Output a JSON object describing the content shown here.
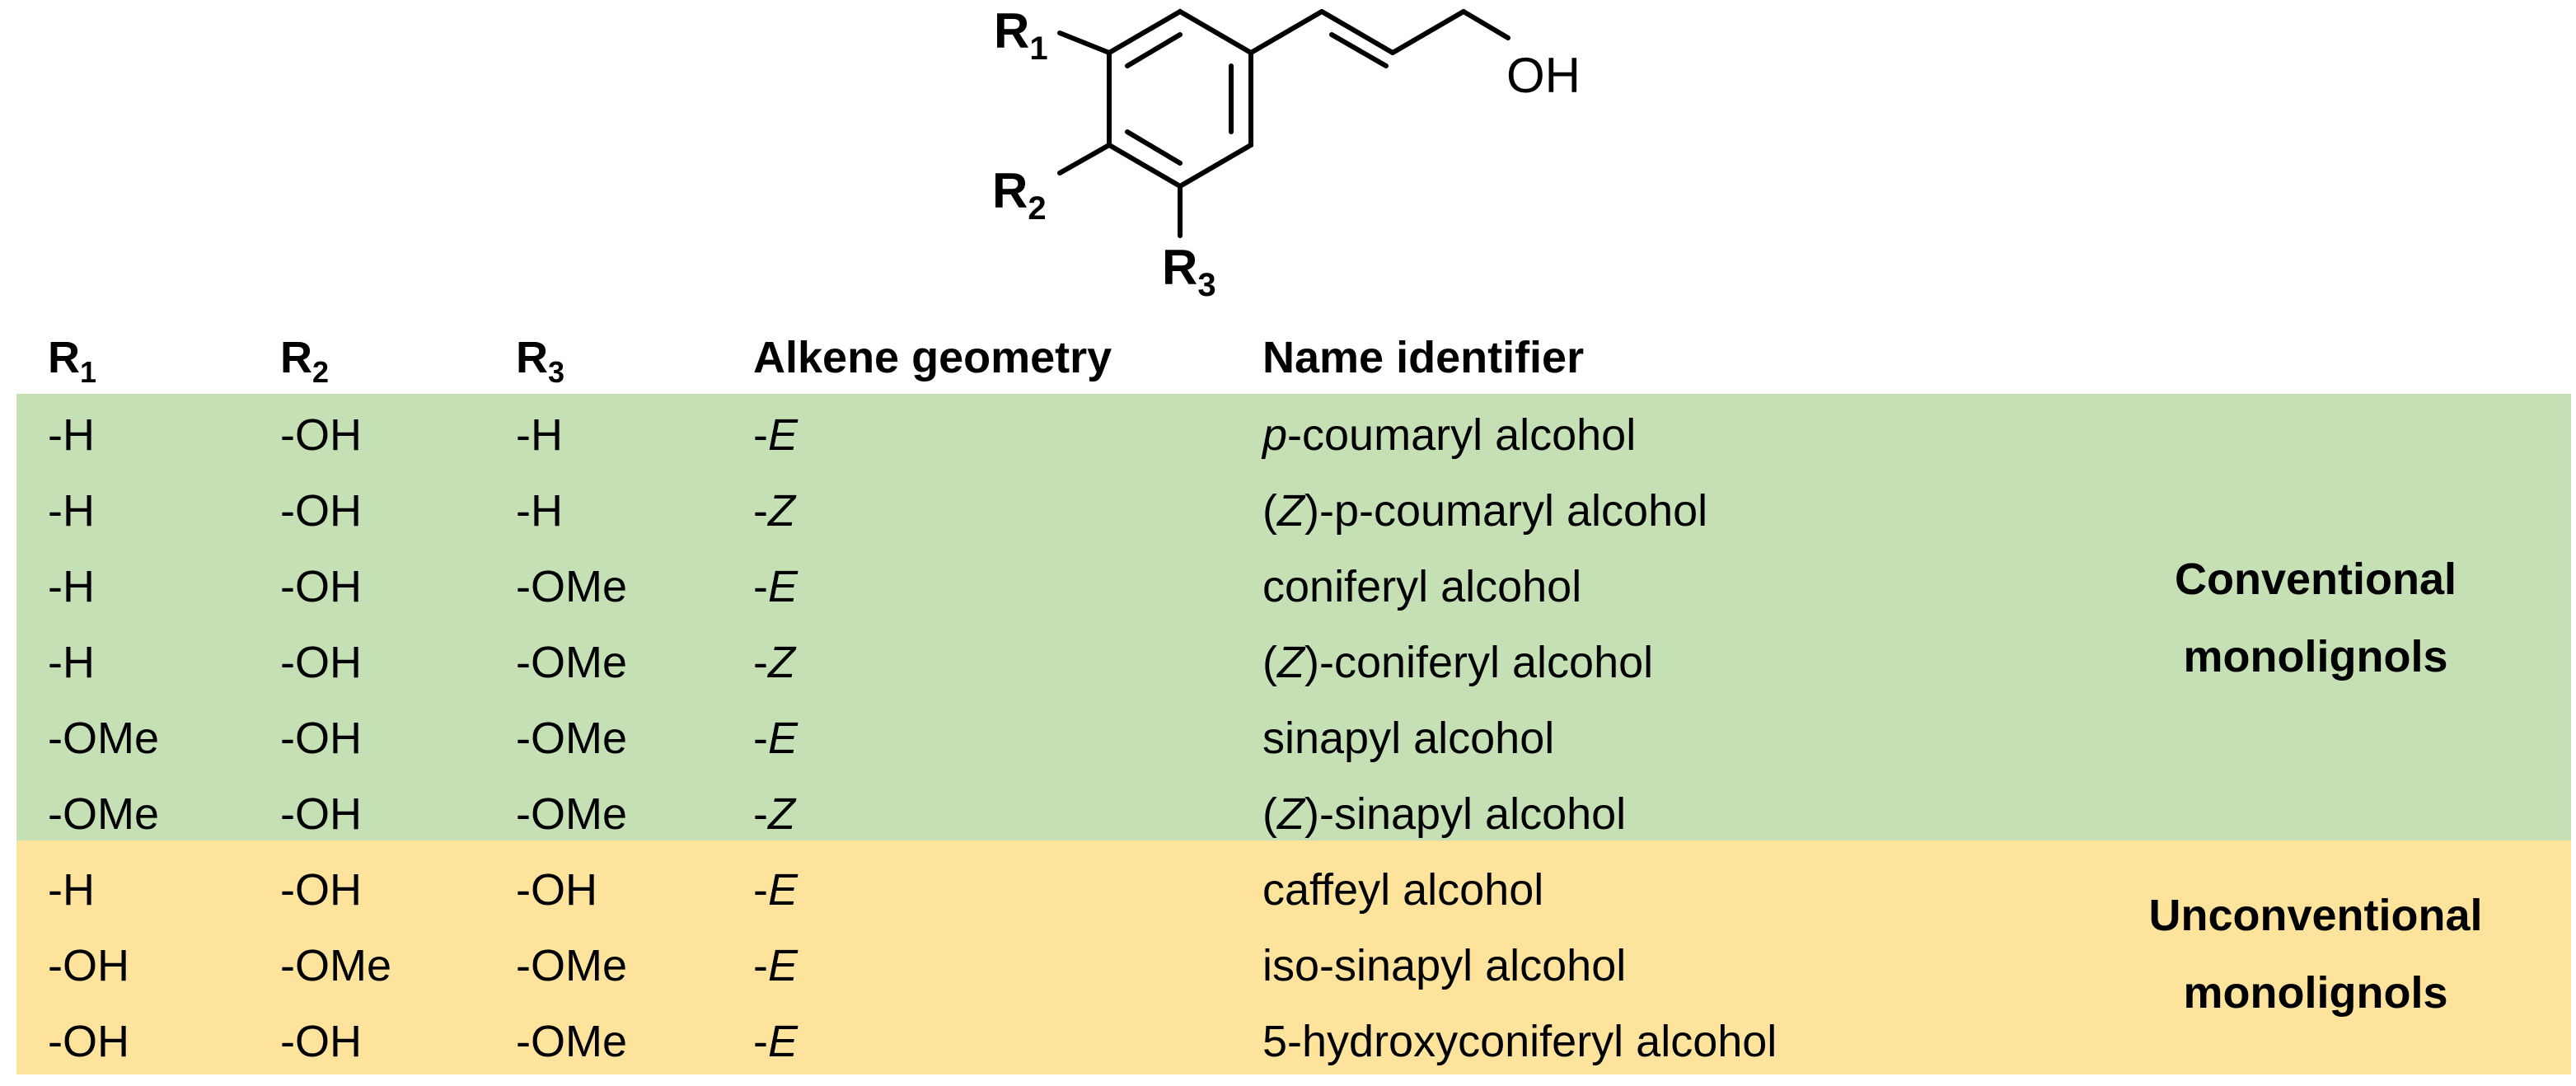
{
  "structure": {
    "labels": {
      "r1": "R",
      "r1_sub": "1",
      "r2": "R",
      "r2_sub": "2",
      "r3": "R",
      "r3_sub": "3",
      "oh": "OH"
    }
  },
  "table": {
    "headers": {
      "r1": "R",
      "r1_sub": "1",
      "r2": "R",
      "r2_sub": "2",
      "r3": "R",
      "r3_sub": "3",
      "geometry": "Alkene geometry",
      "name": "Name identifier"
    },
    "rows": [
      {
        "r1": "-H",
        "r2": "-OH",
        "r3": "-H",
        "geo_prefix": "-",
        "geo": "E",
        "name_italic_pre": "p",
        "name_pre": "",
        "name_rest": "-coumaryl alcohol",
        "group": "conventional"
      },
      {
        "r1": "-H",
        "r2": "-OH",
        "r3": "-H",
        "geo_prefix": "-",
        "geo": "Z",
        "name_italic_pre": "Z",
        "name_pre": "(",
        "name_rest": ")-p-coumaryl alcohol",
        "group": "conventional"
      },
      {
        "r1": "-H",
        "r2": "-OH",
        "r3": "-OMe",
        "geo_prefix": "-",
        "geo": "E",
        "name_italic_pre": "",
        "name_pre": "",
        "name_rest": "coniferyl alcohol",
        "group": "conventional"
      },
      {
        "r1": "-H",
        "r2": "-OH",
        "r3": "-OMe",
        "geo_prefix": "-",
        "geo": "Z",
        "name_italic_pre": "Z",
        "name_pre": "(",
        "name_rest": ")-coniferyl alcohol",
        "group": "conventional"
      },
      {
        "r1": "-OMe",
        "r2": "-OH",
        "r3": "-OMe",
        "geo_prefix": "-",
        "geo": "E",
        "name_italic_pre": "",
        "name_pre": "",
        "name_rest": "sinapyl alcohol",
        "group": "conventional"
      },
      {
        "r1": "-OMe",
        "r2": "-OH",
        "r3": "-OMe",
        "geo_prefix": "-",
        "geo": "Z",
        "name_italic_pre": "Z",
        "name_pre": "(",
        "name_rest": ")-sinapyl alcohol",
        "group": "conventional"
      },
      {
        "r1": "-H",
        "r2": "-OH",
        "r3": "-OH",
        "geo_prefix": "-",
        "geo": "E",
        "name_italic_pre": "",
        "name_pre": "",
        "name_rest": "caffeyl alcohol",
        "group": "unconventional"
      },
      {
        "r1": "-OH",
        "r2": "-OMe",
        "r3": "-OMe",
        "geo_prefix": "-",
        "geo": "E",
        "name_italic_pre": "",
        "name_pre": "",
        "name_rest": "iso-sinapyl alcohol",
        "group": "unconventional"
      },
      {
        "r1": "-OH",
        "r2": "-OH",
        "r3": "-OMe",
        "geo_prefix": "-",
        "geo": "E",
        "name_italic_pre": "",
        "name_pre": "",
        "name_rest": "5-hydroxyconiferyl alcohol",
        "group": "unconventional"
      }
    ]
  },
  "groups": {
    "conventional": {
      "line1": "Conventional",
      "line2": "monolignols",
      "color": "#c5e0b4"
    },
    "unconventional": {
      "line1": "Unconventional",
      "line2": "monolignols",
      "color": "#fde39c"
    }
  }
}
